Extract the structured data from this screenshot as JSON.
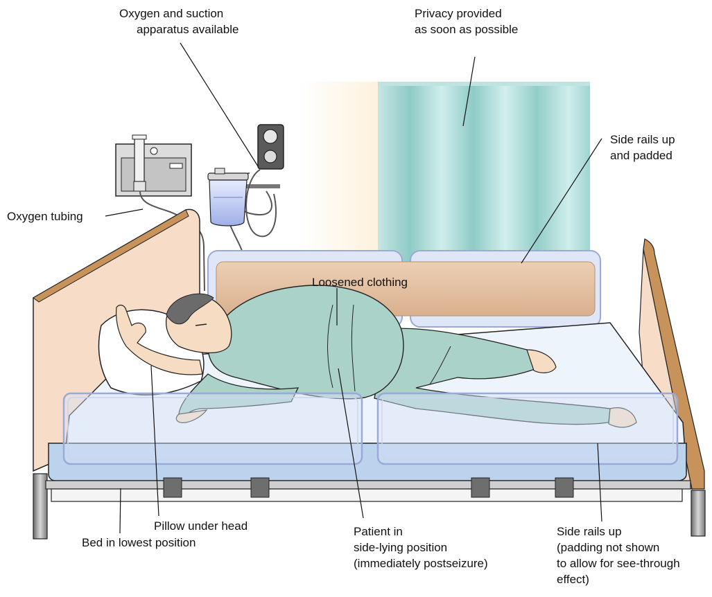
{
  "labels": {
    "oxygen_suction": [
      "Oxygen and suction",
      "apparatus available"
    ],
    "privacy": [
      "Privacy provided",
      "as soon as possible"
    ],
    "side_rails_padded": [
      "Side rails up",
      "and padded"
    ],
    "oxygen_tubing": [
      "Oxygen tubing"
    ],
    "loosened_clothing": [
      "Loosened clothing"
    ],
    "pillow": [
      "Pillow under head"
    ],
    "bed_lowest": [
      "Bed in lowest position"
    ],
    "patient_position": [
      "Patient in",
      "side-lying position",
      "(immediately postseizure)"
    ],
    "side_rails_seethrough": [
      "Side rails up",
      "(padding not shown",
      "to allow for see-through",
      "effect)"
    ]
  },
  "colors": {
    "curtain": "#a9d9d6",
    "curtain_dark": "#7fbfbd",
    "headboard": "#f7dcc8",
    "headboard_edge": "#c8935a",
    "pad": "#e2bea0",
    "rail_frame": "#c9d4ee",
    "mattress": "#eef4fb",
    "mattress_side": "#bcd3ee",
    "gown": "#aad2c9",
    "skin": "#f6dcc2",
    "hair": "#6b6b6b",
    "pillow": "#ffffff",
    "frame": "#8f8f8f",
    "line": "#111111"
  },
  "icons": [
    "oxygen-flowmeter-icon",
    "suction-canister-icon",
    "wall-gauge-icon"
  ]
}
